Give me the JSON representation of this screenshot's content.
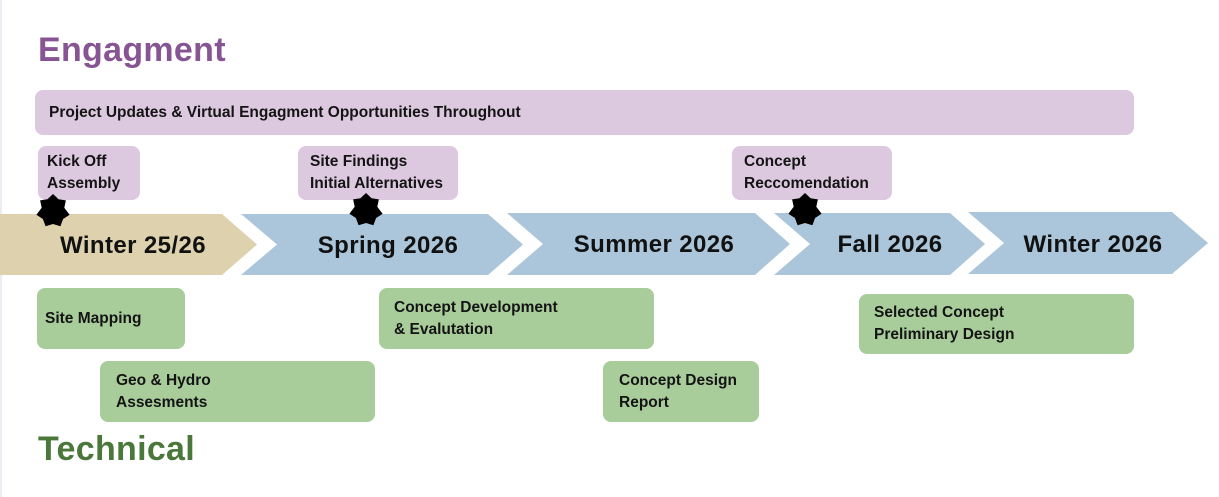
{
  "engagement": {
    "title": "Engagment",
    "color": "#875594",
    "box_color": "#dcc8df",
    "banner": "Project Updates & Virtual Engagment Opportunities Throughout",
    "milestones": [
      {
        "line1": "Kick Off",
        "line2": "Assembly"
      },
      {
        "line1": "Site Findings",
        "line2": "Initial Alternatives"
      },
      {
        "line1": "Concept",
        "line2": "Reccomendation"
      }
    ]
  },
  "timeline": {
    "phases": [
      {
        "label": "Winter 25/26",
        "color": "#ddd1ae"
      },
      {
        "label": "Spring 2026",
        "color": "#abc6da"
      },
      {
        "label": "Summer 2026",
        "color": "#abc6da"
      },
      {
        "label": "Fall 2026",
        "color": "#abc6da"
      },
      {
        "label": "Winter 2026",
        "color": "#abc6da"
      }
    ],
    "milestone_marker": "star-icon"
  },
  "technical": {
    "title": "Technical",
    "color": "#4a773a",
    "box_color": "#a8cd9b",
    "tasks": [
      {
        "line1": "Site Mapping",
        "line2": ""
      },
      {
        "line1": "Geo & Hydro",
        "line2": "Assesments"
      },
      {
        "line1": "Concept Development",
        "line2": "& Evalutation"
      },
      {
        "line1": "Concept Design",
        "line2": "Report"
      },
      {
        "line1": "Selected Concept",
        "line2": "Preliminary Design"
      }
    ]
  }
}
